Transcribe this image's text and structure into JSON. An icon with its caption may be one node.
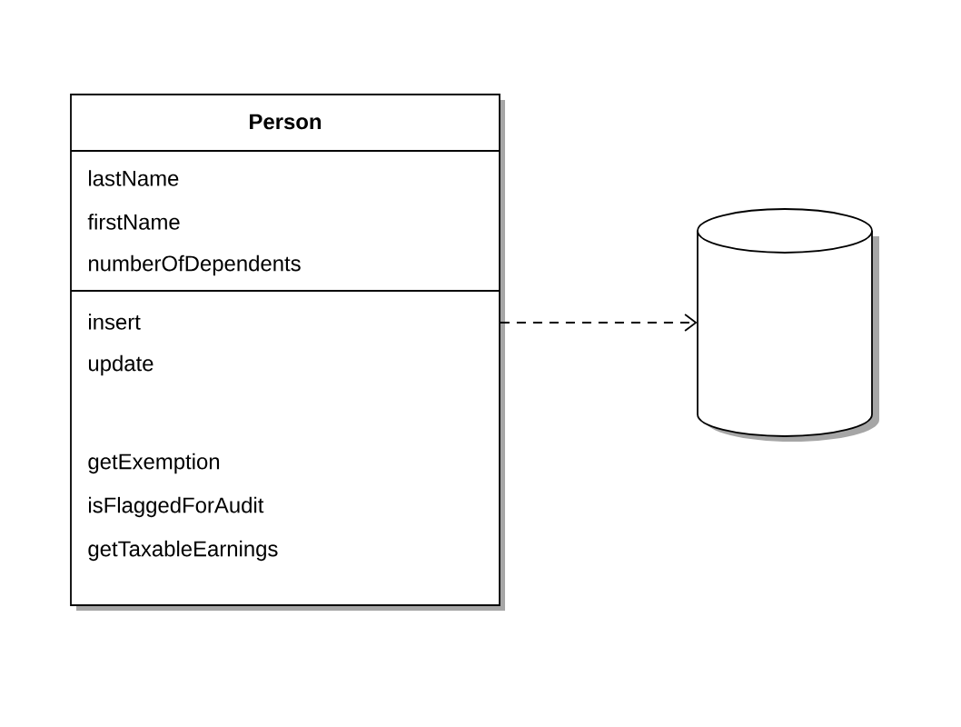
{
  "diagram": {
    "nodes": [
      {
        "text": [
          "Person",
          "lastName",
          "firstName",
          "numberOfDependents",
          "insert",
          "update",
          "getExemption",
          "isFlaggedForAudit",
          "getTaxableEarnings"
        ]
      },
      {
        "text": [],
        "shape": "cylinder"
      }
    ],
    "edges": [
      {
        "from": 0,
        "to": 1,
        "arrow": "to",
        "style": "dashed"
      }
    ]
  }
}
